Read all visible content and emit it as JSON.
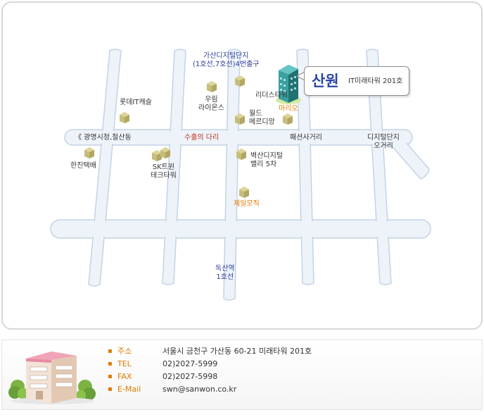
{
  "map": {
    "company_callout": {
      "name": "산원",
      "address": "IT미래타워 201호"
    },
    "labels": {
      "gasan_exit": "가산디지털단지\n(1호선,7호선)4번출구",
      "lotte_it": "롯데IT캐슬",
      "woorim": "우림\n라이온스",
      "leaders": "리더스타워",
      "world_merdian": "월드\n메르디앙",
      "mario": "마리오",
      "gwangmyeong": "《  광명시청,철산동",
      "suchul_bridge": "수출의 다리",
      "fashion_street": "패션사거리",
      "digital_ogeori": "디지털단지\n오거리",
      "hanjin": "한진택배",
      "sk_tower": "SK트윈\n테크타워",
      "byucksan": "벽산디지털\n밸리 5차",
      "jeil_mojik": "제일모직",
      "doksan": "독산역\n1호선"
    }
  },
  "info": {
    "rows": [
      {
        "key": "주소",
        "value": "서울시 금천구 가산동 60-21 미래타워 201호"
      },
      {
        "key": "TEL",
        "value": "02)2027-5999"
      },
      {
        "key": "FAX",
        "value": "02)2027-5998"
      },
      {
        "key": "E-Mail",
        "value": "swn@sanwon.co.kr"
      }
    ]
  },
  "colors": {
    "road_fill": "#eef3fa",
    "road_stroke": "#c3d3e6",
    "building": "#c7bd7c",
    "callout_title": "#2a46a8",
    "accent_orange": "#e07a00",
    "accent_red": "#c0321e",
    "station_blue": "#2a3e9a"
  }
}
